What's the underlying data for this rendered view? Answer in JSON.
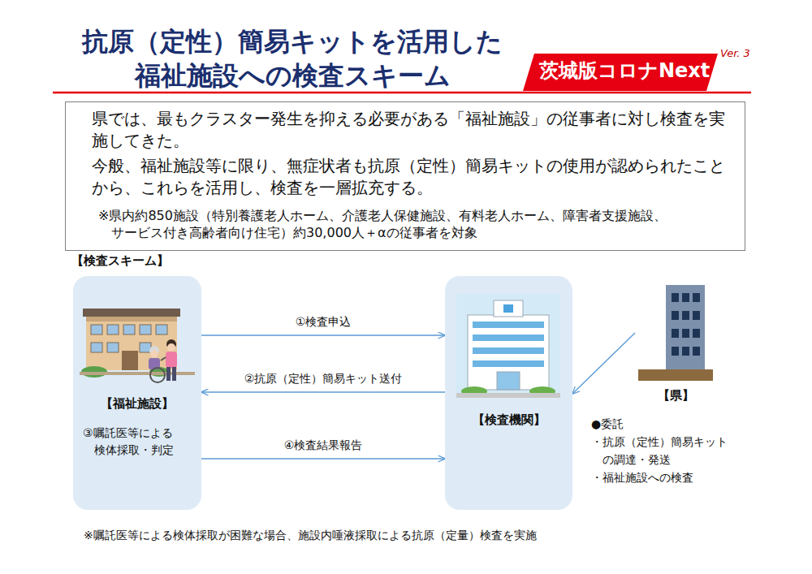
{
  "diagram": {
    "title": "抗原（定性）簡易キットを活用した 福祉施設への検査スキーム",
    "nodes": [
      {
        "text": [
          "県では、最もクラスター発生を抑える必要がある「福祉施設」の従事者に対し検査を実 施してきた。",
          "今般、福祉施設等に限り、無症状者も抗原（定性）簡易キットの使用が認められたこと から、これらを活用し、検査を一層拡充する。",
          "※県内約850施設（特別養護老人ホーム、介護老人保健施設、有料老人ホーム、障害者支援施設、 サービス付き高齢者向け住宅）約30,000人＋αの従事者を対象"
        ]
      },
      {
        "text": [
          "【福祉施設】",
          "③嘱託医等による 検体採取・判定"
        ]
      },
      {
        "text": [
          "【検査機関】"
        ]
      },
      {
        "text": [
          "【県】"
        ]
      }
    ],
    "edges": [
      {
        "from": 1,
        "to": 2,
        "label": "①検査申込",
        "arrow": "to"
      },
      {
        "from": 2,
        "to": 1,
        "label": "②抗原（定性）簡易キット送付",
        "arrow": "to"
      },
      {
        "from": 1,
        "to": 2,
        "label": "④検査結果報告",
        "arrow": "to"
      },
      {
        "from": 3,
        "to": 2,
        "arrow": "to"
      }
    ],
    "labels": [
      "茨城版コロナNext",
      "Ver. 3",
      "【検査スキーム】",
      "●委託",
      "・抗原（定性）簡易キット の調達・発送",
      "・福祉施設への検査",
      "※嘱託医等による検体採取が困難な場合、施設内唾液採取による抗原（定量）検査を実施"
    ]
  }
}
